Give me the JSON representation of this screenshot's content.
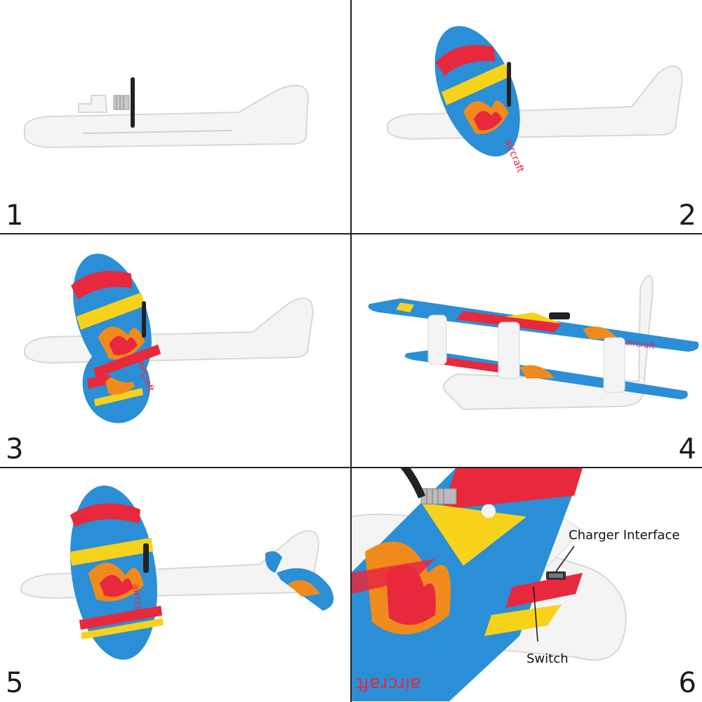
{
  "panels": [
    {
      "number": "1"
    },
    {
      "number": "2"
    },
    {
      "number": "3"
    },
    {
      "number": "4"
    },
    {
      "number": "5"
    },
    {
      "number": "6"
    }
  ],
  "wing_text": "aircraft",
  "labels": {
    "charger": "Charger Interface",
    "switch": "Switch"
  },
  "colors": {
    "wing_blue": "#2a8fd6",
    "wing_red": "#e8283c",
    "wing_yellow": "#f7d21a",
    "flame_orange": "#f08a1c",
    "body_white": "#f4f4f4",
    "outline": "#d8d8d8"
  }
}
